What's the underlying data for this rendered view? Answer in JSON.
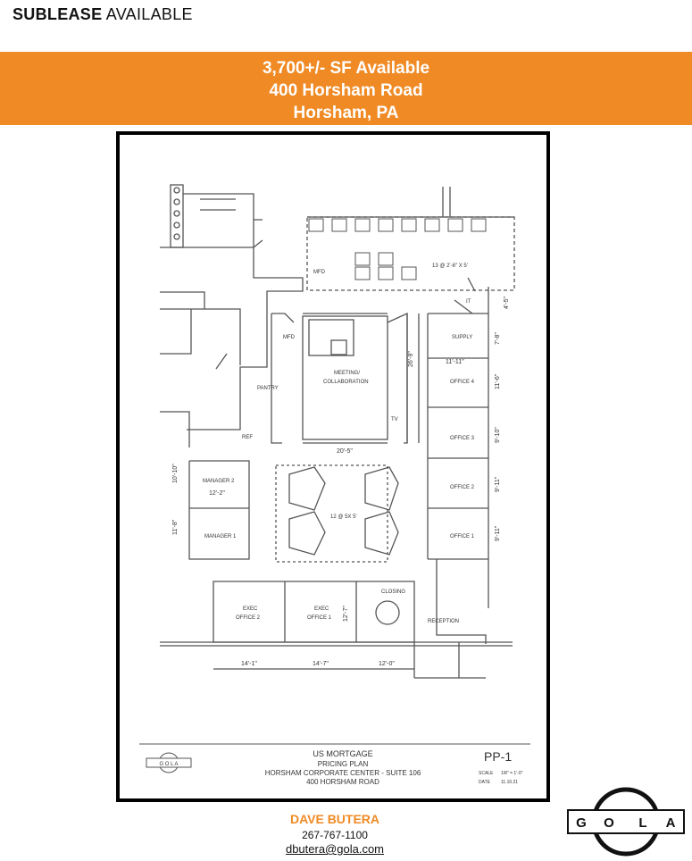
{
  "header": {
    "title_bold": "SUBLEASE",
    "title_rest": " AVAILABLE"
  },
  "banner": {
    "line1": "3,700+/- SF Available",
    "line2": "400 Horsham Road",
    "line3": "Horsham, PA"
  },
  "floor_plan": {
    "rooms": {
      "mfd_top": "MFD",
      "workstations": "13 @ 2'-6\" X 5'",
      "it": "IT",
      "supply": "SUPPLY",
      "mfd": "MFD",
      "meeting": "MEETING/",
      "collaboration": "COLLABORATION",
      "pantry": "PANTRY",
      "tv": "TV",
      "office4": "OFFICE 4",
      "office3": "OFFICE 3",
      "office2": "OFFICE 2",
      "office1": "OFFICE 1",
      "manager2": "MANAGER 2",
      "manager1": "MANAGER 1",
      "cubes": "12 @ 5X 5'",
      "closing": "CLOSING",
      "reception": "RECEPTION",
      "exec2_a": "EXEC",
      "exec2_b": "OFFICE 2",
      "exec1_a": "EXEC",
      "exec1_b": "OFFICE 1",
      "ref": "REF"
    },
    "dimensions": {
      "meeting_w": "20'-5\"",
      "meeting_h": "26'-9\"",
      "manager2_w": "12'-2\"",
      "manager2_h": "10'-10\"",
      "manager1_h": "11'-8\"",
      "office4_w": "11'-11\"",
      "supply_h": "7'-8\"",
      "it_h": "4'-5\"",
      "office4_h": "11'-6\"",
      "office3_h": "9'-10\"",
      "office2_h": "9'-11\"",
      "office1_h": "9'-11\"",
      "exec_h": "12'-7\"",
      "exec2_w": "14'-1\"",
      "exec1_w": "14'-7\"",
      "closing_w": "12'-0\""
    },
    "title_block": {
      "client": "US MORTGAGE",
      "plan_type": "PRICING PLAN",
      "location": "HORSHAM CORPORATE CENTER - SUITE 106",
      "address": "400 HORSHAM ROAD",
      "sheet": "PP-1",
      "scale_label": "SCALE",
      "scale_value": "1/8\" = 1'-0\"",
      "date_label": "DATE",
      "date_value": "11.10.21",
      "logo_letters": "G O L A"
    }
  },
  "contact": {
    "name": "DAVE BUTERA",
    "phone": "267-767-1100",
    "email": "dbutera@gola.com"
  },
  "logo": {
    "letters": [
      "G",
      "O",
      "L",
      "A"
    ]
  },
  "colors": {
    "accent": "#f08a24"
  }
}
